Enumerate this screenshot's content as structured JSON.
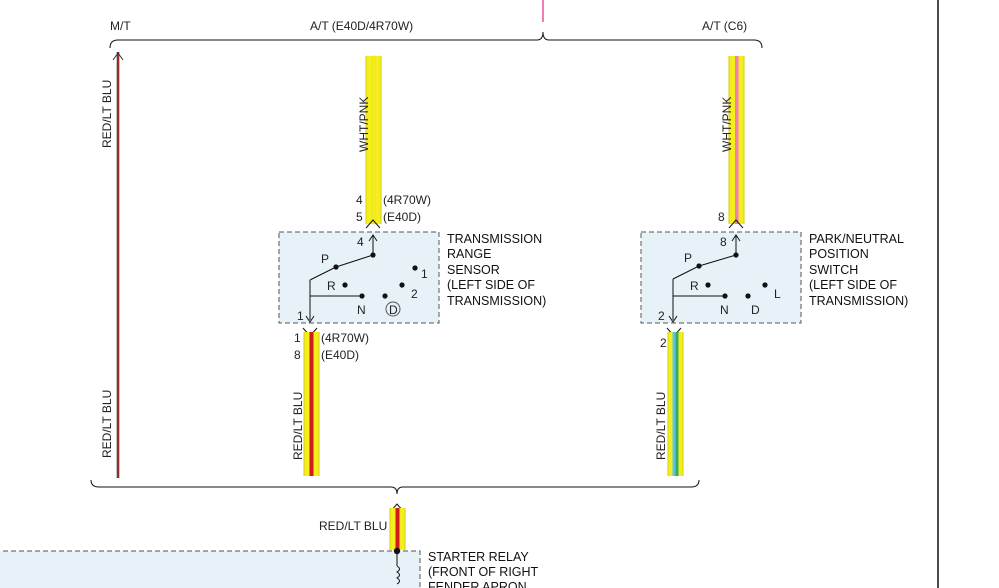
{
  "header": {
    "mt_label": "M/T",
    "at_e40d_label": "A/T (E40D/4R70W)",
    "at_c6_label": "A/T (C6)"
  },
  "wires": {
    "red_lt_blu_left_upper": "RED/LT BLU",
    "red_lt_blu_left_lower": "RED/LT BLU",
    "wht_pnk_mid": "WHT/PNK",
    "wht_pnk_right": "WHT/PNK",
    "red_lt_blu_mid": "RED/LT BLU",
    "red_lt_blu_right": "RED/LT BLU",
    "red_lt_blu_bottom": "RED/LT BLU"
  },
  "trs": {
    "pin_top_4": "4",
    "pin_top_5": "5",
    "pin_top_4_note": "(4R70W)",
    "pin_top_5_note": "(E40D)",
    "pin_inner_4": "4",
    "pos_p": "P",
    "pos_r": "R",
    "pos_n": "N",
    "pos_d": "D",
    "pos_1": "1",
    "pos_2": "2",
    "pin_inner_1": "1",
    "pin_bot_1": "1",
    "pin_bot_8": "8",
    "pin_bot_1_note": "(4R70W)",
    "pin_bot_8_note": "(E40D)",
    "name_lines": [
      "TRANSMISSION",
      "RANGE",
      "SENSOR",
      "(LEFT SIDE OF",
      "TRANSMISSION)"
    ]
  },
  "pnp": {
    "pin_top_8": "8",
    "pin_inner_8": "8",
    "pos_p": "P",
    "pos_r": "R",
    "pos_n": "N",
    "pos_d": "D",
    "pos_l": "L",
    "pin_inner_2": "2",
    "pin_bot_2": "2",
    "name_lines": [
      "PARK/NEUTRAL",
      "POSITION",
      "SWITCH",
      "(LEFT SIDE OF",
      "TRANSMISSION)"
    ]
  },
  "relay": {
    "name_lines": [
      "STARTER RELAY",
      "(FRONT OF RIGHT",
      "FENDER APRON"
    ]
  },
  "colors": {
    "red": "#d11a1a",
    "yellow": "#f5ee1f",
    "pink": "#ee7fb0",
    "lt_blu": "#58c8e8",
    "box_fill": "#e6f1f8",
    "box_stroke": "#555555",
    "line": "#111111"
  }
}
